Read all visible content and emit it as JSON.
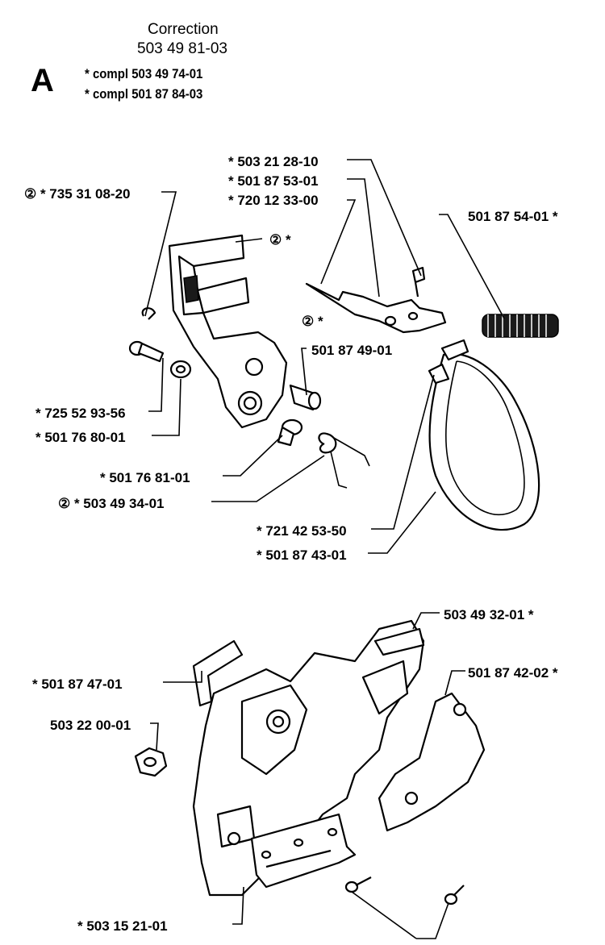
{
  "header": {
    "title": "Correction",
    "number": "503 49 81-03",
    "section": "A",
    "compl": [
      "* compl 503 49 74-01",
      "* compl 501 87 84-03"
    ]
  },
  "labels": [
    {
      "id": "p73531",
      "text": "② * 735 31 08-20"
    },
    {
      "id": "q2top",
      "text": "② *"
    },
    {
      "id": "p50321",
      "text": "* 503 21 28-10"
    },
    {
      "id": "p50187531",
      "text": "* 501 87 53-01"
    },
    {
      "id": "p72012",
      "text": "* 720 12 33-00"
    },
    {
      "id": "p5018754",
      "text": "501 87 54-01 *"
    },
    {
      "id": "q2mid",
      "text": "② *"
    },
    {
      "id": "p5018749",
      "text": "501 87 49-01"
    },
    {
      "id": "p72552",
      "text": "* 725 52 93-56"
    },
    {
      "id": "p5017680",
      "text": "* 501 76 80-01"
    },
    {
      "id": "p5017681",
      "text": "* 501 76 81-01"
    },
    {
      "id": "p50349341",
      "text": "② * 503 49 34-01"
    },
    {
      "id": "p72142",
      "text": "* 721 42 53-50"
    },
    {
      "id": "p5018743",
      "text": "* 501 87 43-01"
    },
    {
      "id": "p5034932",
      "text": "503 49 32-01 *"
    },
    {
      "id": "p5018747",
      "text": "* 501 87 47-01"
    },
    {
      "id": "p50322",
      "text": "503 22 00-01"
    },
    {
      "id": "p5018742",
      "text": "501 87 42-02 *"
    },
    {
      "id": "p50315",
      "text": "* 503 15 21-01"
    }
  ]
}
